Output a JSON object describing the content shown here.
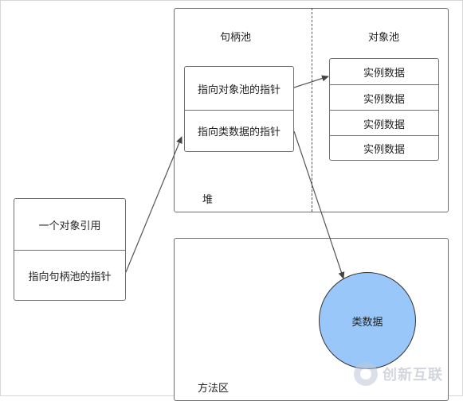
{
  "reference_box": {
    "row1": "一个对象引用",
    "row2": "指向句柄池的指针"
  },
  "heap": {
    "label": "堆",
    "handle_pool_title": "句柄池",
    "object_pool_title": "对象池",
    "handle_rows": [
      "指向对象池的指针",
      "指向类数据的指针"
    ],
    "object_rows": [
      "实例数据",
      "实例数据",
      "实例数据",
      "实例数据"
    ]
  },
  "method_area": {
    "label": "方法区",
    "class_data": "类数据"
  },
  "watermark": {
    "text": "创新互联"
  },
  "colors": {
    "class_data_fill": "#99c7f9",
    "border": "#6f6f6f"
  }
}
